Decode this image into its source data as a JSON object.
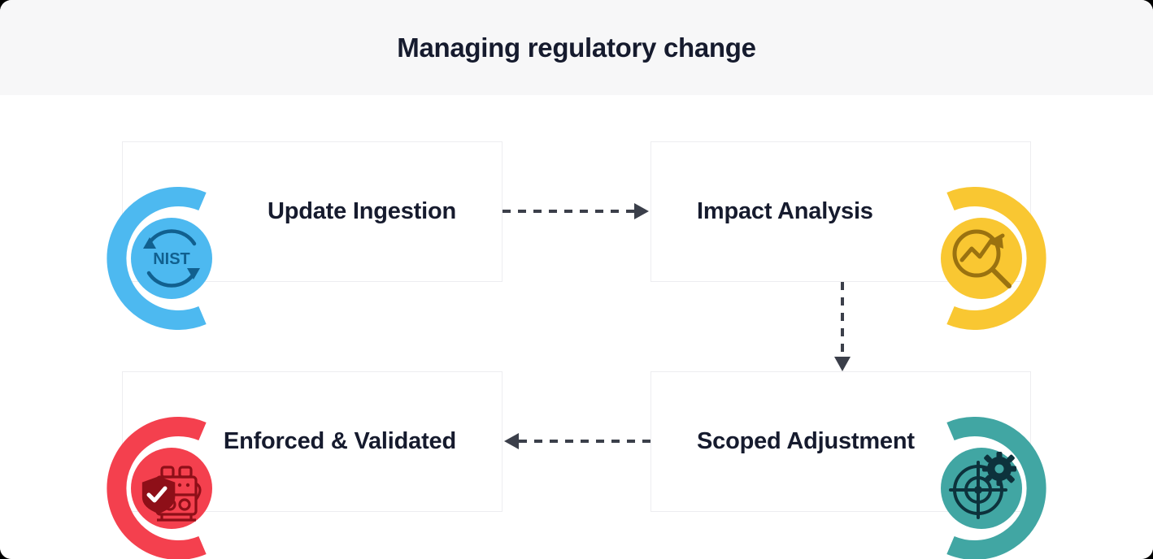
{
  "header": {
    "title": "Managing regulatory change"
  },
  "colors": {
    "page_background": "#FFFFFF",
    "header_background": "#F7F7F8",
    "title_text": "#161B2E",
    "card_border": "#EDEDF0",
    "label_text": "#161B2E",
    "connector": "#3B3F4A",
    "blue": "#4DB9F0",
    "blue_glyph": "#11608F",
    "yellow": "#F9C732",
    "yellow_glyph": "#9A7210",
    "teal": "#41A6A3",
    "teal_glyph": "#0D323C",
    "red": "#F4404E",
    "red_glyph": "#8E0F18"
  },
  "diagram": {
    "type": "cycle-flow",
    "nodes": [
      {
        "id": "node-1",
        "label": "Update Ingestion",
        "icon": "nist-refresh-cycle-icon",
        "icon_text": "NIST",
        "icon_side": "left",
        "accent": "#4DB9F0",
        "glyph_color": "#11608F"
      },
      {
        "id": "node-2",
        "label": "Impact Analysis",
        "icon": "magnifier-trend-arrow-icon",
        "icon_text": "",
        "icon_side": "right",
        "accent": "#F9C732",
        "glyph_color": "#9A7210"
      },
      {
        "id": "node-3",
        "label": "Enforced & Validated",
        "icon": "shield-check-machine-icon",
        "icon_text": "",
        "icon_side": "left",
        "accent": "#F4404E",
        "glyph_color": "#8E0F18"
      },
      {
        "id": "node-4",
        "label": "Scoped Adjustment",
        "icon": "target-gear-icon",
        "icon_text": "",
        "icon_side": "right",
        "accent": "#41A6A3",
        "glyph_color": "#0D323C"
      }
    ],
    "connectors": [
      {
        "id": "conn-h-top",
        "from": "node-1",
        "to": "node-2",
        "direction": "right",
        "style": "dashed"
      },
      {
        "id": "conn-v-right",
        "from": "node-2",
        "to": "node-4",
        "direction": "down",
        "style": "dashed"
      },
      {
        "id": "conn-h-bottom",
        "from": "node-4",
        "to": "node-3",
        "direction": "left",
        "style": "dashed"
      }
    ]
  }
}
